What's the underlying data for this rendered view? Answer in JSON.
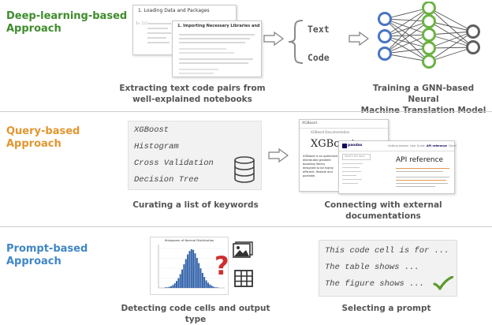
{
  "colors": {
    "deep": "#3e8d2c",
    "query": "#e2962f",
    "prompt": "#3f86c6",
    "caption": "#555555",
    "arrow": "#7f7f7f",
    "nn_blue": "#4a74c4",
    "nn_green": "#6ab344",
    "nn_gray": "#5f5f5f",
    "check": "#5b9a2a",
    "question": "#d02e2e"
  },
  "rows": {
    "deep": {
      "label": "Deep-learning-based\nApproach",
      "notebook": {
        "back_title": "1. Loading Data and Packages",
        "back_cell": "In [1]:",
        "front_title": "1. Importing Necessary Libraries and datasets"
      },
      "brace_top": "Text",
      "brace_bottom": "Code",
      "caption_left": "Extracting text code pairs from\nwell-explained notebooks",
      "caption_right": "Training a GNN-based Neural\nMachine Translation Model"
    },
    "query": {
      "label": "Query-based\nApproach",
      "keywords": [
        "XGBoost",
        "Histogram",
        "Cross Validation",
        "Decision Tree"
      ],
      "doc": {
        "back_header": "XGBoost",
        "back_breadcrumb": "XGBoost Documentation",
        "back_title": "XGBoost",
        "back_body": "XGBoost is an optimized distributed gradient boosting library designed to be highly efficient, flexible and portable.",
        "front_logo": "pandas",
        "front_nav": [
          "Getting started",
          "User Guide",
          "API reference",
          "Devel"
        ],
        "front_title": "API reference",
        "front_search": "Search the docs"
      },
      "caption_left": "Curating a list of keywords",
      "caption_right": "Connecting with external\ndocumentations"
    },
    "prompt": {
      "label": "Prompt-based\nApproach",
      "prompt_lines": [
        "This code cell is for ...",
        "The table shows ...",
        "The figure shows ..."
      ],
      "histogram_title": "Histogram of Normal Distribution",
      "histogram_bins": [
        1,
        1,
        2,
        3,
        5,
        8,
        12,
        17,
        24,
        32,
        41,
        50,
        58,
        64,
        67,
        66,
        60,
        52,
        43,
        34,
        26,
        19,
        13,
        9,
        6,
        4,
        2,
        1,
        1
      ],
      "caption_left": "Detecting code cells and output type",
      "caption_right": "Selecting a prompt"
    }
  }
}
